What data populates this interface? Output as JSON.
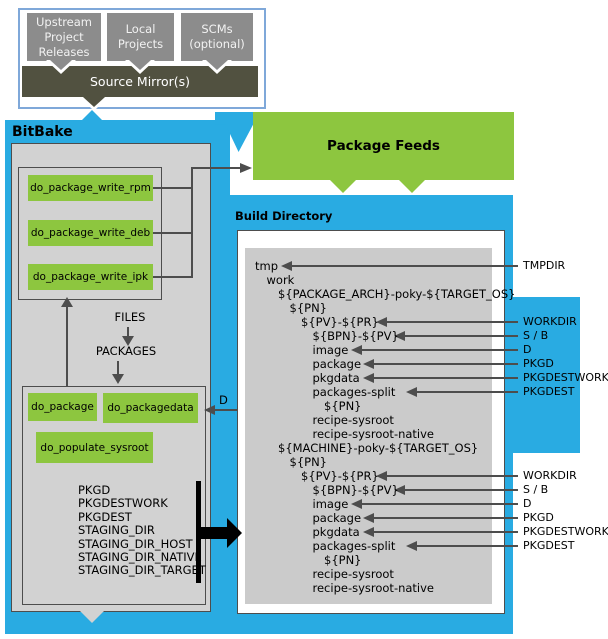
{
  "colors": {
    "blue": "#29abe2",
    "green": "#8dc63f",
    "olive": "#515140"
  },
  "source_section": {
    "boxes": [
      {
        "label": "Upstream Project Releases"
      },
      {
        "label": "Local Projects"
      },
      {
        "label": "SCMs (optional)"
      }
    ],
    "mirror_label": "Source Mirror(s)"
  },
  "bitbake": {
    "title": "BitBake",
    "write_tasks": [
      "do_package_write_rpm",
      "do_package_write_deb",
      "do_package_write_ipk"
    ],
    "files_label": "FILES",
    "packages_label": "PACKAGES",
    "package_task": "do_package",
    "packagedata_task": "do_packagedata",
    "sysroot_task": "do_populate_sysroot",
    "variables": [
      "PKGD",
      "PKGDESTWORK",
      "PKGDEST",
      "STAGING_DIR",
      "STAGING_DIR_HOST",
      "STAGING_DIR_NATIVE",
      "STAGING_DIR_TARGET"
    ],
    "d_label": "D"
  },
  "package_feeds": {
    "title": "Package Feeds"
  },
  "build_directory": {
    "title": "Build Directory",
    "tree": [
      {
        "text": "tmp",
        "indent": 0,
        "arrow_label": "TMPDIR"
      },
      {
        "text": "work",
        "indent": 1
      },
      {
        "text": "${PACKAGE_ARCH}-poky-${TARGET_OS}",
        "indent": 2
      },
      {
        "text": "${PN}",
        "indent": 3
      },
      {
        "text": "${PV}-${PR}",
        "indent": 4,
        "arrow_label": "WORKDIR"
      },
      {
        "text": "${BPN}-${PV}",
        "indent": 5,
        "arrow_label": "S / B"
      },
      {
        "text": "image",
        "indent": 5,
        "arrow_label": "D"
      },
      {
        "text": "package",
        "indent": 5,
        "arrow_label": "PKGD"
      },
      {
        "text": "pkgdata",
        "indent": 5,
        "arrow_label": "PKGDESTWORK"
      },
      {
        "text": "packages-split",
        "indent": 5,
        "arrow_label": "PKGDEST"
      },
      {
        "text": "${PN}",
        "indent": 6
      },
      {
        "text": "recipe-sysroot",
        "indent": 5
      },
      {
        "text": "recipe-sysroot-native",
        "indent": 5
      },
      {
        "text": "${MACHINE}-poky-${TARGET_OS}",
        "indent": 2
      },
      {
        "text": "${PN}",
        "indent": 3
      },
      {
        "text": "${PV}-${PR}",
        "indent": 4,
        "arrow_label": "WORKDIR"
      },
      {
        "text": "${BPN}-${PV}",
        "indent": 5,
        "arrow_label": "S / B"
      },
      {
        "text": "image",
        "indent": 5,
        "arrow_label": "D"
      },
      {
        "text": "package",
        "indent": 5,
        "arrow_label": "PKGD"
      },
      {
        "text": "pkgdata",
        "indent": 5,
        "arrow_label": "PKGDESTWORK"
      },
      {
        "text": "packages-split",
        "indent": 5,
        "arrow_label": "PKGDEST"
      },
      {
        "text": "${PN}",
        "indent": 6
      },
      {
        "text": "recipe-sysroot",
        "indent": 5
      },
      {
        "text": "recipe-sysroot-native",
        "indent": 5
      }
    ]
  }
}
